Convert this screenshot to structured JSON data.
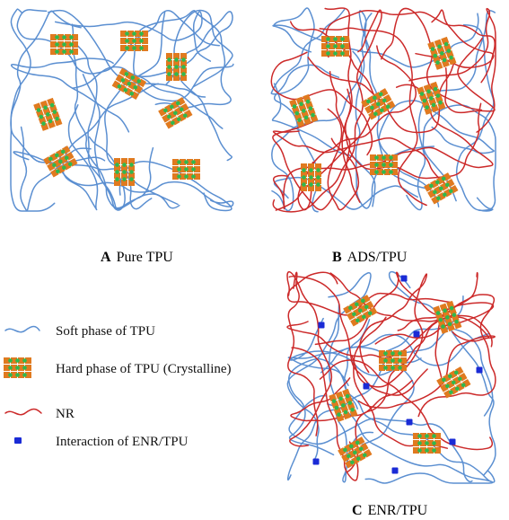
{
  "panels": [
    {
      "id": "A",
      "letter": "A",
      "label": "Pure TPU",
      "has_nr": false,
      "has_interaction": false
    },
    {
      "id": "B",
      "letter": "B",
      "label": "ADS/TPU",
      "has_nr": true,
      "has_interaction": false
    },
    {
      "id": "C",
      "letter": "C",
      "label": "ENR/TPU",
      "has_nr": true,
      "has_interaction": true
    }
  ],
  "legend": [
    {
      "key": "soft",
      "label": "Soft phase of TPU"
    },
    {
      "key": "hard",
      "label": "Hard phase of TPU (Crystalline)"
    },
    {
      "key": "nr",
      "label": "NR"
    },
    {
      "key": "interaction",
      "label": "Interaction of  ENR/TPU"
    }
  ],
  "colors": {
    "soft_phase": "#5b8fd1",
    "nr": "#cc2a2a",
    "hard_block": "#e07a1f",
    "hard_dot": "#2fb84f",
    "interaction": "#1a2bd6"
  }
}
